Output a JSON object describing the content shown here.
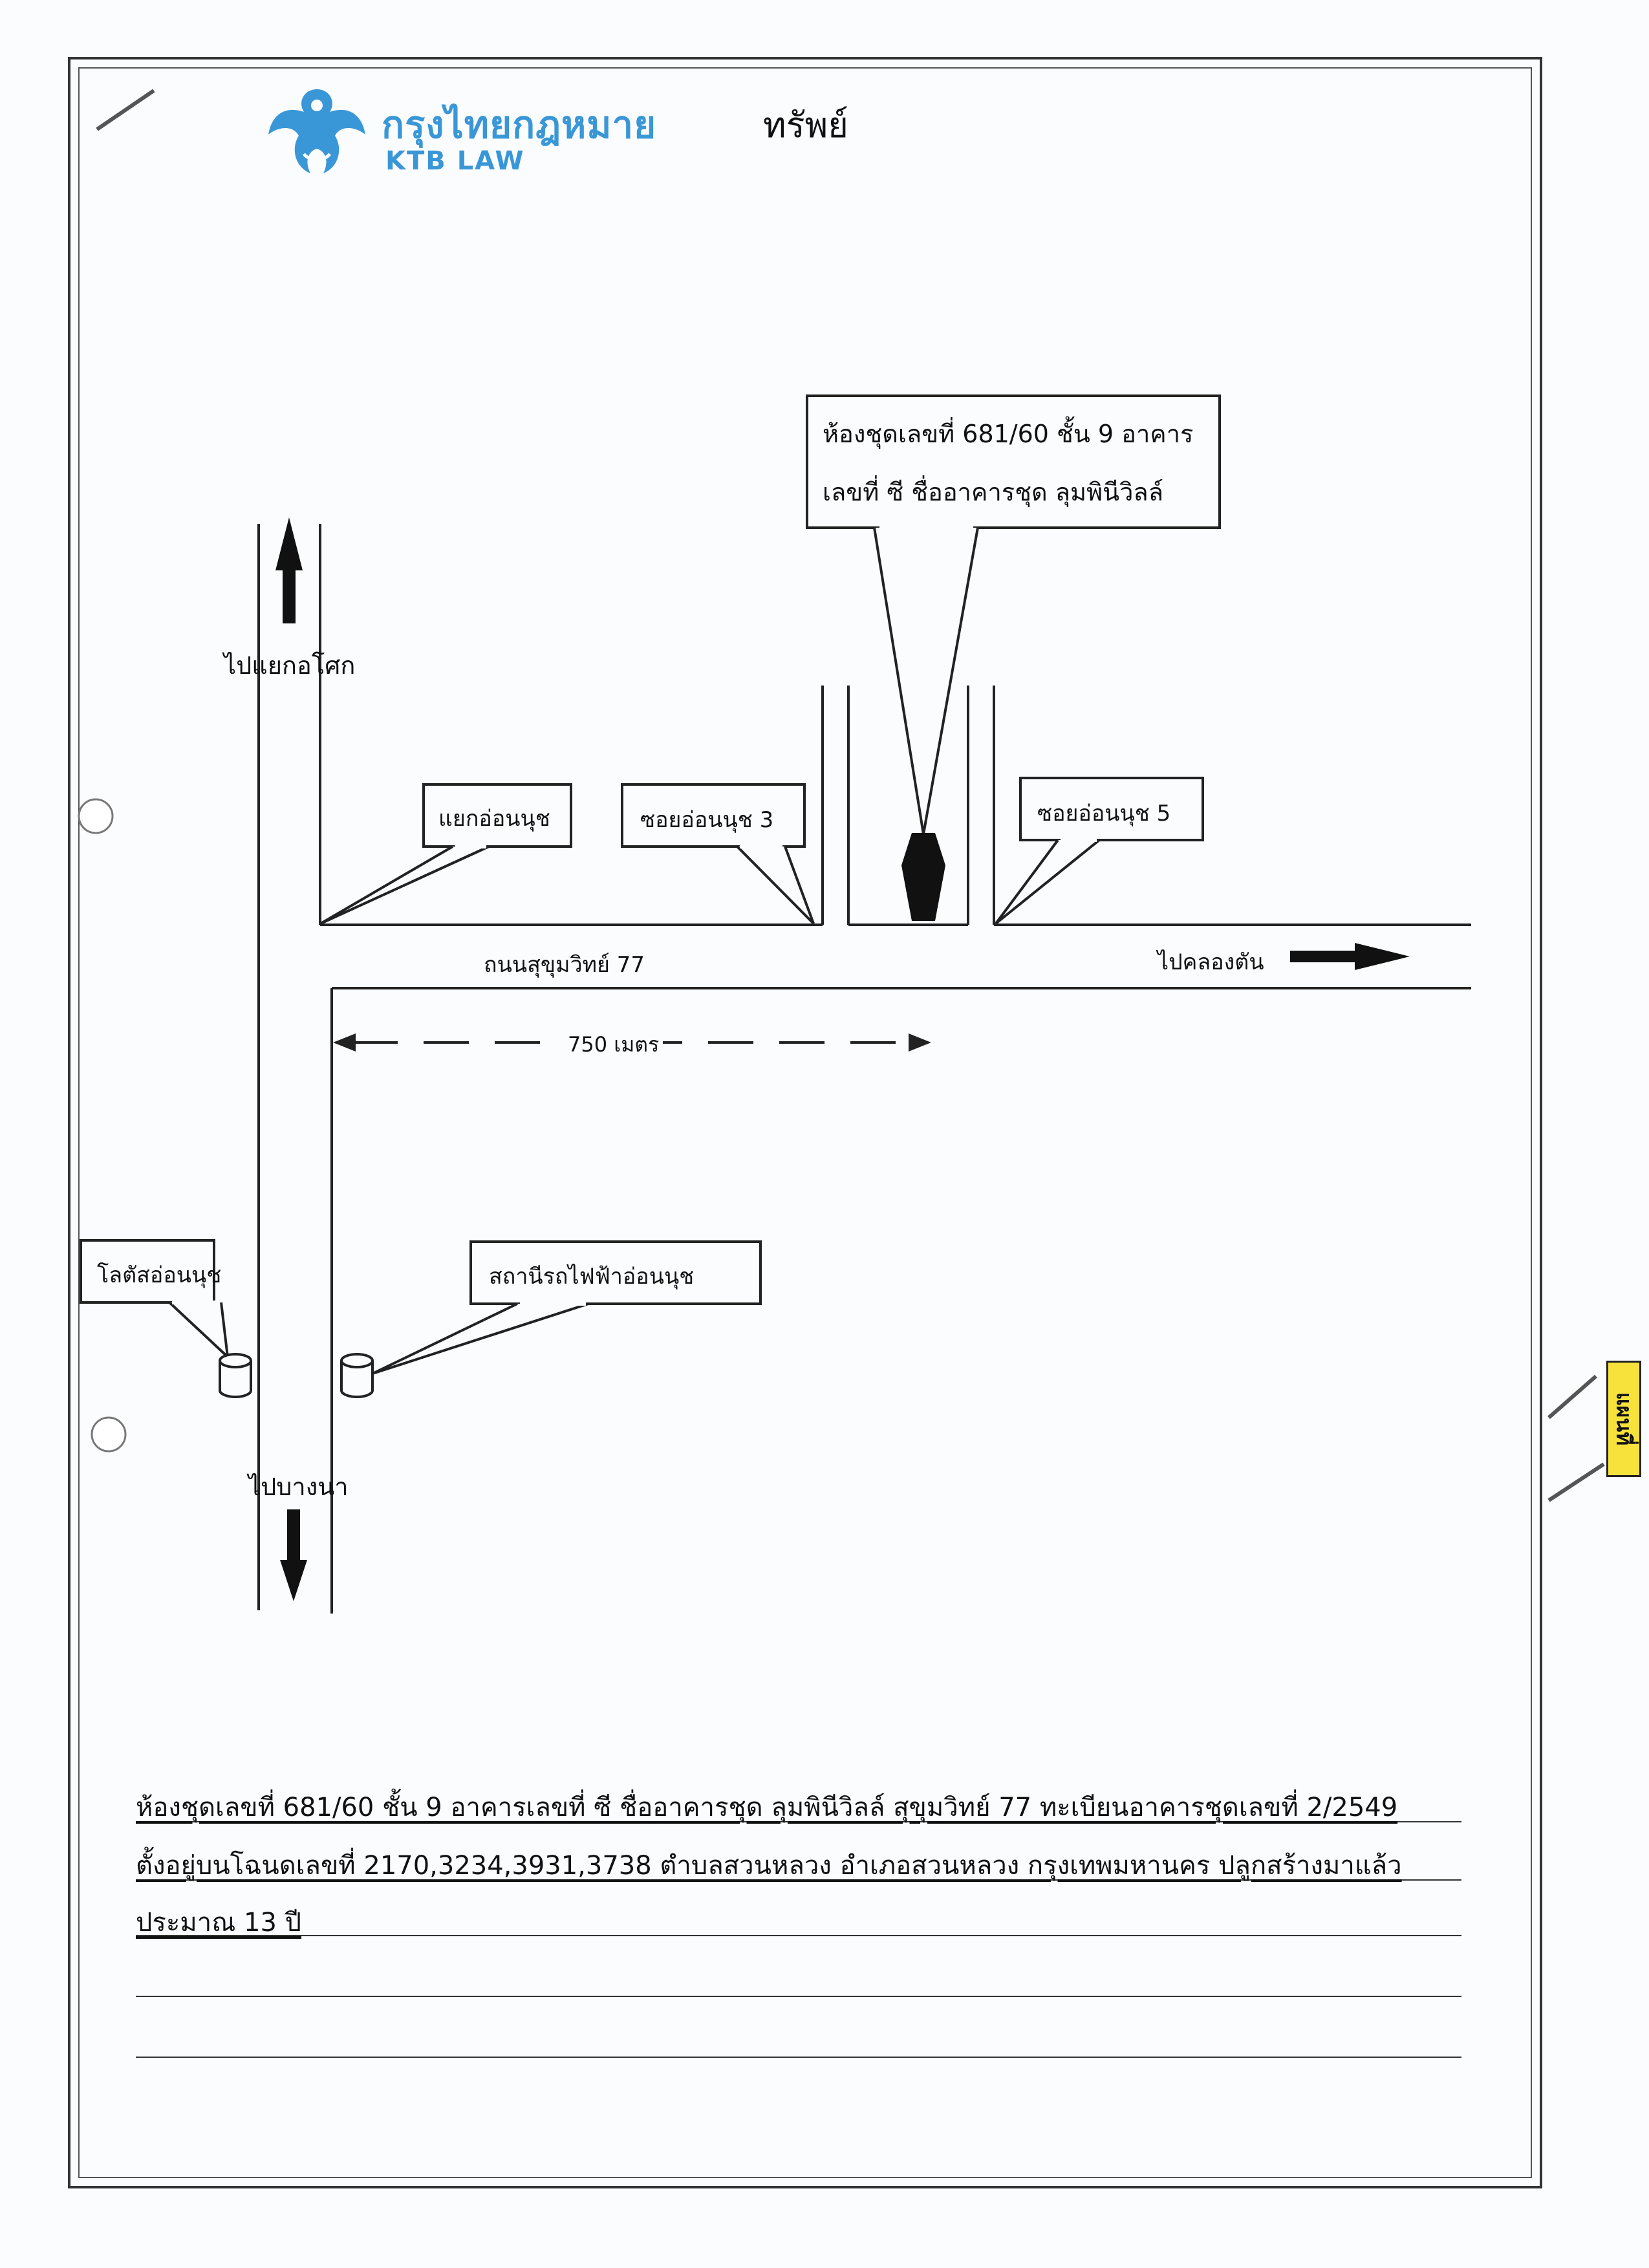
{
  "header": {
    "logo_th": "กรุงไทยกฎหมาย",
    "logo_en": "KTB LAW",
    "title": "ทรัพย์",
    "brand_color": "#3a97d7"
  },
  "map": {
    "property_callout": {
      "line1": "ห้องชุดเลขที่ 681/60 ชั้น 9 อาคาร",
      "line2": "เลขที่ ซี ชื่ออาคารชุด ลุมพินีวิลล์"
    },
    "north_label": "ไปแยกอโศก",
    "south_label": "ไปบางนา",
    "east_label": "ไปคลองตัน",
    "road_name": "ถนนสุขุมวิทย์ 77",
    "distance_label": "750 เมตร",
    "callouts": {
      "junction": "แยกอ่อนนุช",
      "soi3": "ซอยอ่อนนุช 3",
      "soi5": "ซอยอ่อนนุช 5",
      "lotus": "โลตัสอ่อนนุช",
      "bts": "สถานีรถไฟฟ้าอ่อนนุช"
    }
  },
  "description": {
    "line1": "ห้องชุดเลขที่ 681/60 ชั้น 9 อาคารเลขที่ ซี ชื่ออาคารชุด ลุมพินีวิลล์ สุขุมวิทย์ 77 ทะเบียนอาคารชุดเลขที่ 2/2549",
    "line2": "ตั้งอยู่บนโฉนดเลขที่ 2170,3234,3931,3738 ตำบลสวนหลวง อำเภอสวนหลวง กรุงเทพมหานคร ปลูกสร้างมาแล้ว",
    "line3": "ประมาณ 13 ปี"
  },
  "side_tab": {
    "label": "แผนที่",
    "color": "#f6e23a"
  }
}
